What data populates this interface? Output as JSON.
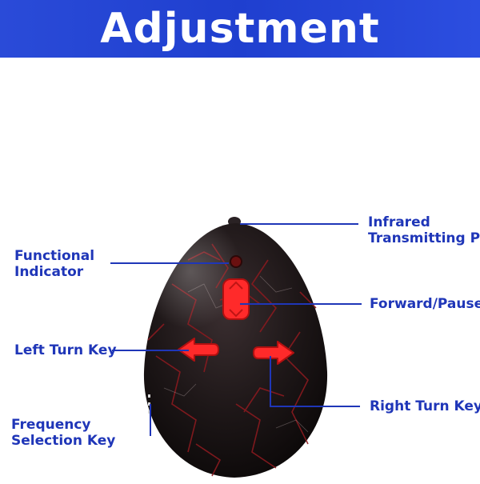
{
  "banner": {
    "title": "Adjustment"
  },
  "labels": {
    "infrared_line1": "Infrared",
    "infrared_line2": "Transmitting Po",
    "functional_line1": "Functional",
    "functional_line2": "Indicator",
    "forward": "Forward/Pause",
    "left_turn": "Left Turn Key",
    "right_turn": "Right Turn Key",
    "frequency_line1": "Frequency",
    "frequency_line2": "Selection Key"
  },
  "colors": {
    "banner": "#2240d4",
    "label_text": "#1f36b8",
    "remote_body": "#1a1516",
    "crack": "#8a1a1f",
    "button": "#ff2a2a"
  }
}
